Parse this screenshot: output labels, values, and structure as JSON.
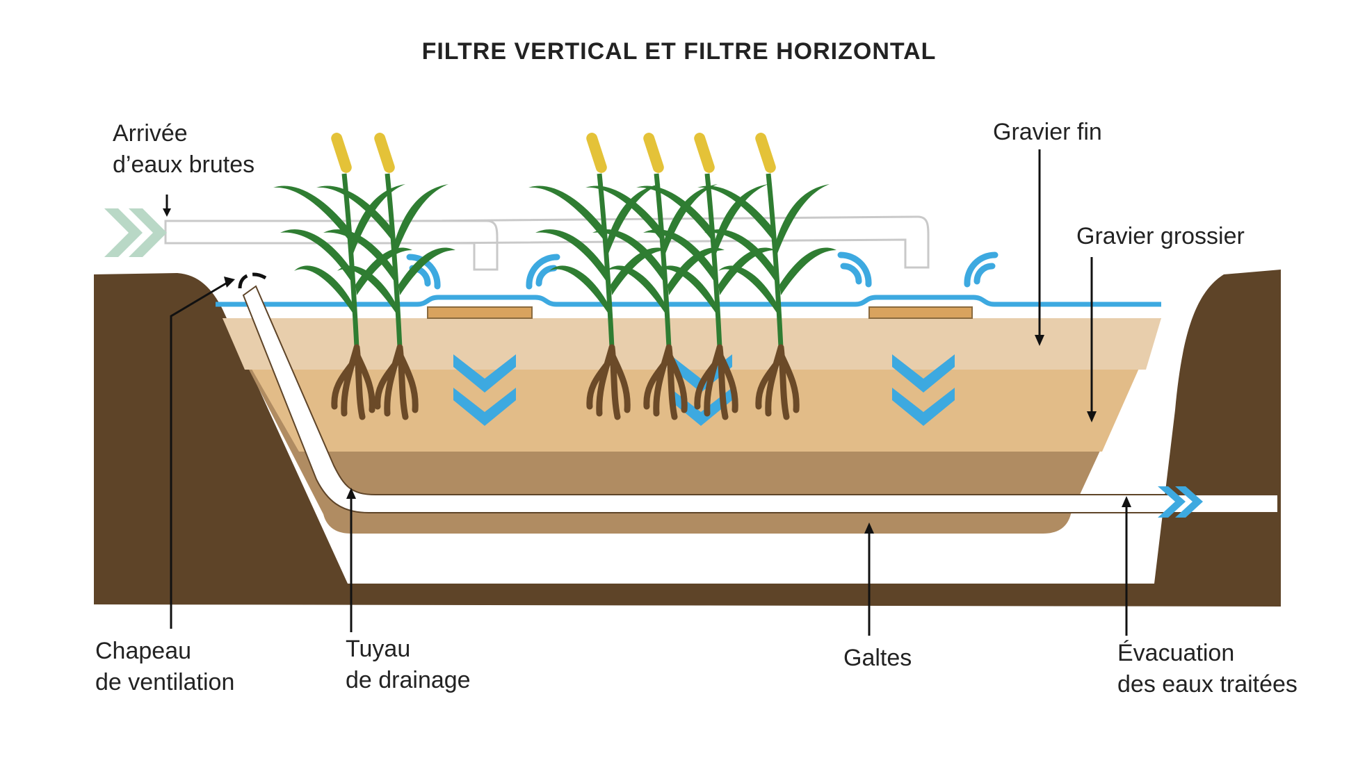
{
  "title": "FILTRE VERTICAL ET FILTRE HORIZONTAL",
  "labels": {
    "inflow": [
      "Arrivée",
      "d’eaux brutes"
    ],
    "fine_gravel": "Gravier fin",
    "coarse_gravel": "Gravier grossier",
    "vent_cap": [
      "Chapeau",
      "de ventilation"
    ],
    "drain_pipe": [
      "Tuyau",
      "de drainage"
    ],
    "pebbles": "Galtes",
    "outflow": [
      "Évacuation",
      "des eaux traitées"
    ]
  },
  "colors": {
    "soil": "#5e4428",
    "fine_gravel": "#e8ceac",
    "coarse_gravel": "#e2bc88",
    "pebbles": "#b08c62",
    "water": "#3da9e0",
    "leaf": "#2f7d32",
    "cattail": "#e4c238",
    "root": "#6b4a28",
    "plank": "#d9a35e",
    "pipe": "#ffffff",
    "inflow_arrow": "#b9d8c6"
  }
}
